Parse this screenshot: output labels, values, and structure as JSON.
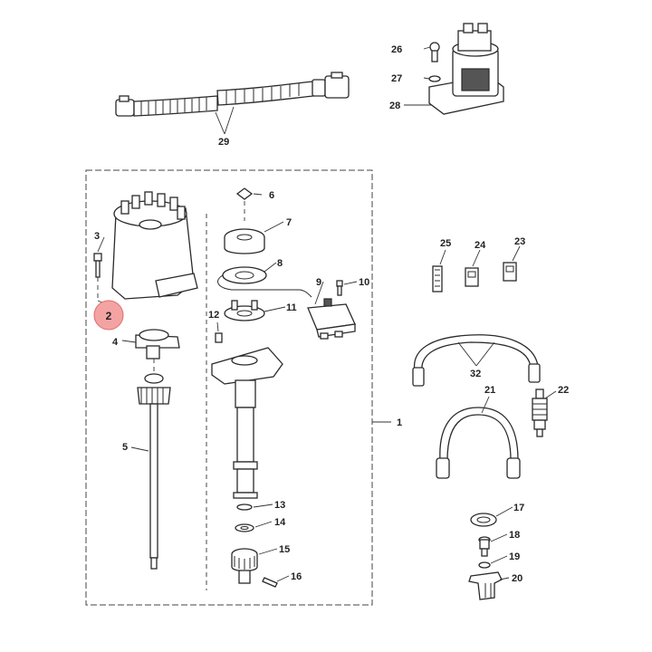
{
  "callouts": {
    "c1": "1",
    "c2": "2",
    "c3": "3",
    "c4": "4",
    "c5": "5",
    "c6": "6",
    "c7": "7",
    "c8": "8",
    "c9": "9",
    "c10": "10",
    "c11": "11",
    "c12": "12",
    "c13": "13",
    "c14": "14",
    "c15": "15",
    "c16": "16",
    "c17": "17",
    "c18": "18",
    "c19": "19",
    "c20": "20",
    "c21": "21",
    "c22": "22",
    "c23": "23",
    "c24": "24",
    "c25": "25",
    "c26": "26",
    "c27": "27",
    "c28": "28",
    "c29": "29",
    "c32": "32"
  },
  "highlight": {
    "callout": "2",
    "color": "#f4a3a3"
  },
  "colors": {
    "line": "#2a2a2a",
    "highlight": "#f4a3a3"
  }
}
